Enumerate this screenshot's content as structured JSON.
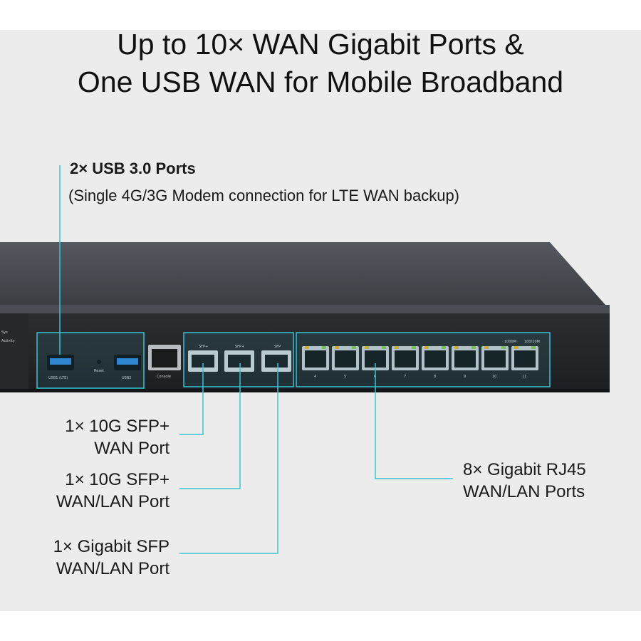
{
  "headline": {
    "line1": "Up to 10× WAN Gigabit Ports &",
    "line2": "One USB WAN for Mobile Broadband"
  },
  "usb_callout": {
    "title": "2× USB 3.0 Ports",
    "subtitle": "(Single 4G/3G Modem connection for LTE WAN backup)"
  },
  "callouts": [
    {
      "line1": "1× 10G SFP+",
      "line2": "WAN Port"
    },
    {
      "line1": "1× 10G SFP+",
      "line2": "WAN/LAN Port"
    },
    {
      "line1": "1× Gigabit SFP",
      "line2": "WAN/LAN Port"
    },
    {
      "line1": "8× Gigabit RJ45",
      "line2": "WAN/LAN Ports"
    }
  ],
  "device_labels": {
    "usb1": "USB1 (LTE)",
    "reset": "Reset",
    "usb2": "USB2",
    "console": "Console",
    "sfp_plus_1": "SFP+",
    "sfp_plus_2": "SFP+",
    "sfp": "SFP",
    "speed_1000m": "1000M",
    "speed_100_10m": "100/10M",
    "port_numbers": [
      "4",
      "5",
      "6",
      "7",
      "8",
      "9",
      "10",
      "11"
    ]
  },
  "colors": {
    "background": "#ececec",
    "accent_cyan": "#37c3d8",
    "device_body": "#3a3d42",
    "device_face": "#1f2124"
  }
}
